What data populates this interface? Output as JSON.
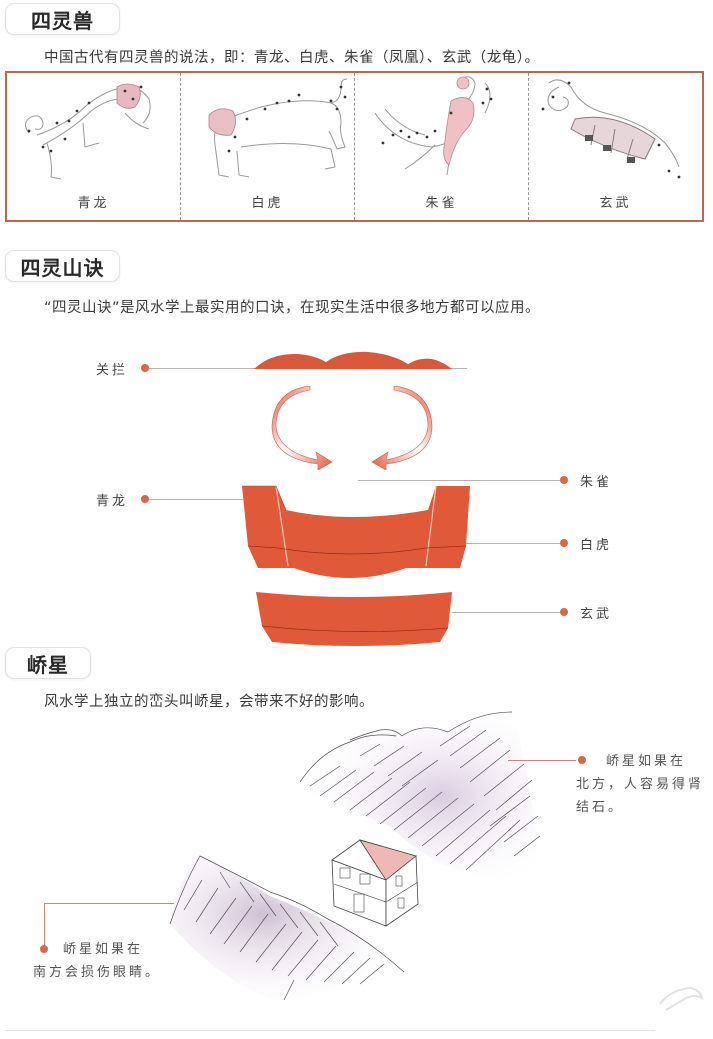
{
  "sections": {
    "four_beasts": {
      "title": "四灵兽",
      "intro": "中国古代有四灵兽的说法，即：青龙、白虎、朱雀（凤凰）、玄武（龙龟）。",
      "beasts": [
        {
          "label": "青龙",
          "icon": "azure-dragon-constellation-icon"
        },
        {
          "label": "白虎",
          "icon": "white-tiger-constellation-icon"
        },
        {
          "label": "朱雀",
          "icon": "vermilion-bird-constellation-icon"
        },
        {
          "label": "玄武",
          "icon": "black-tortoise-constellation-icon"
        }
      ]
    },
    "mountain_verse": {
      "title": "四灵山诀",
      "intro": "“四灵山诀”是风水学上最实用的口诀，在现实生活中很多地方都可以应用。",
      "diagram_labels": {
        "guanlan": "关拦",
        "qinglong": "青龙",
        "zhuque": "朱雀",
        "baihu": "白虎",
        "xuanwu": "玄武"
      }
    },
    "qiaoxing": {
      "title": "峤星",
      "intro": "风水学上独立的峦头叫峤星，会带来不好的影响。",
      "note_north": "峤星如果在北方，人容易得肾结石。",
      "note_north_lines": [
        "峤星如果在",
        "北方，人容易得肾",
        "结石。"
      ],
      "note_south_lines": [
        "峤星如果在",
        "南方会损伤眼睛。"
      ]
    }
  },
  "colors": {
    "accent_red": "#d9573a",
    "frame_border": "#b86a50",
    "dot": "#d9664a",
    "mountain_tint": "#e4d8e6"
  }
}
